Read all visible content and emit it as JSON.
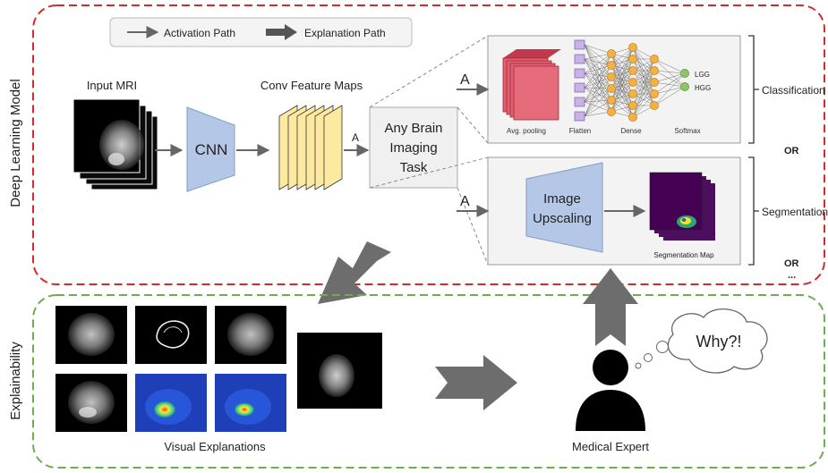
{
  "legend": {
    "activation_path": "Activation Path",
    "explanation_path": "Explanation Path"
  },
  "model": {
    "section_label": "Deep Learning Model",
    "input_label": "Input MRI",
    "cnn_label": "CNN",
    "feature_maps_label": "Conv Feature Maps",
    "activation_symbol": "A",
    "task_box": {
      "line1": "Any Brain",
      "line2": "Imaging",
      "line3": "Task"
    },
    "classification": {
      "avg_pooling": "Avg. pooling",
      "flatten": "Flatten",
      "dense": "Dense",
      "softmax": "Softmax",
      "class_1": "LGG",
      "class_2": "HGG",
      "output_label": "Classification"
    },
    "segmentation": {
      "upscaling_line1": "Image",
      "upscaling_line2": "Upscaling",
      "map_label": "Segmentation Map",
      "output_label": "Segmentation"
    },
    "or_1": "OR",
    "or_2": "OR",
    "ellipsis": "..."
  },
  "explainability": {
    "section_label": "Explainability",
    "visual_explanations_label": "Visual Explanations",
    "expert_label": "Medical Expert",
    "thought_text": "Why?!"
  },
  "colors": {
    "model_border": "#d42a2a",
    "explain_border": "#6ab04c",
    "cnn_fill": "#b4c7e7",
    "feature_map_fill": "#fde9a0",
    "pooling_fill": "#e06070",
    "flatten_fill": "#c9b3e6",
    "dense_fill": "#f5b041",
    "softmax_fill": "#8cc56a",
    "arrow_gray": "#707070",
    "seg_map_fill": "#4b0f5e"
  }
}
